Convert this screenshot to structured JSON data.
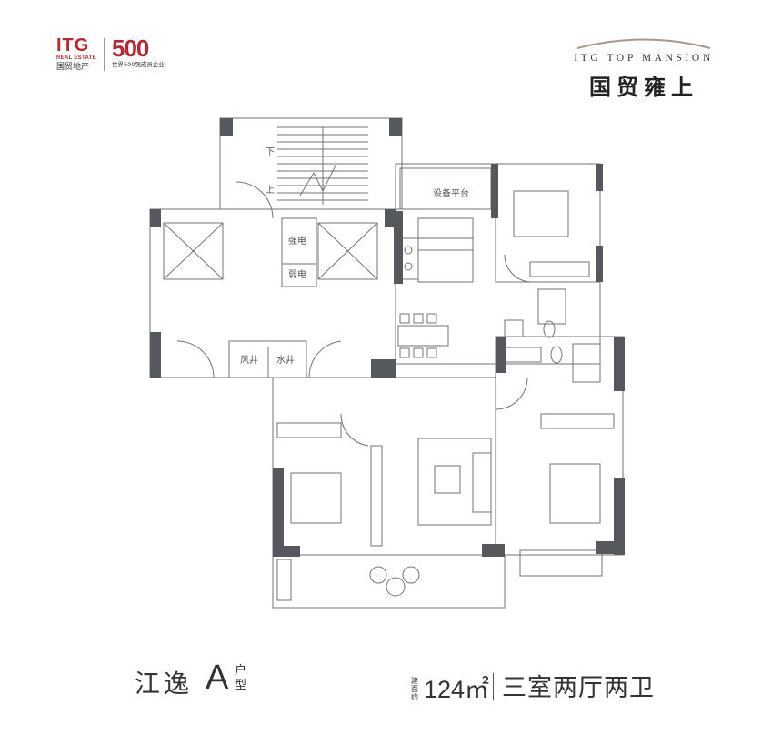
{
  "logo": {
    "itg": "ITG",
    "itg_sub": "REAL ESTATE",
    "itg_cn": "国贸地产",
    "five_hundred": "500",
    "five_sub": "世界500强成员企业"
  },
  "brand": {
    "en": "ITG TOP MANSION",
    "cn": "国贸雍上"
  },
  "plan_labels": {
    "down": "下",
    "up": "上",
    "equipment_platform": "设备平台",
    "strong_power": "强电",
    "weak_power": "弱电",
    "air_shaft": "风井",
    "water_shaft": "水井"
  },
  "footer": {
    "unit_name": "江逸",
    "unit_letter": "A",
    "unit_type": "户型",
    "area_note": "建面约",
    "area": "124㎡",
    "layout": "三室两厅两卫"
  },
  "colors": {
    "brand_red": "#b8282e",
    "wall": "#55585c",
    "line": "#6f7377"
  }
}
